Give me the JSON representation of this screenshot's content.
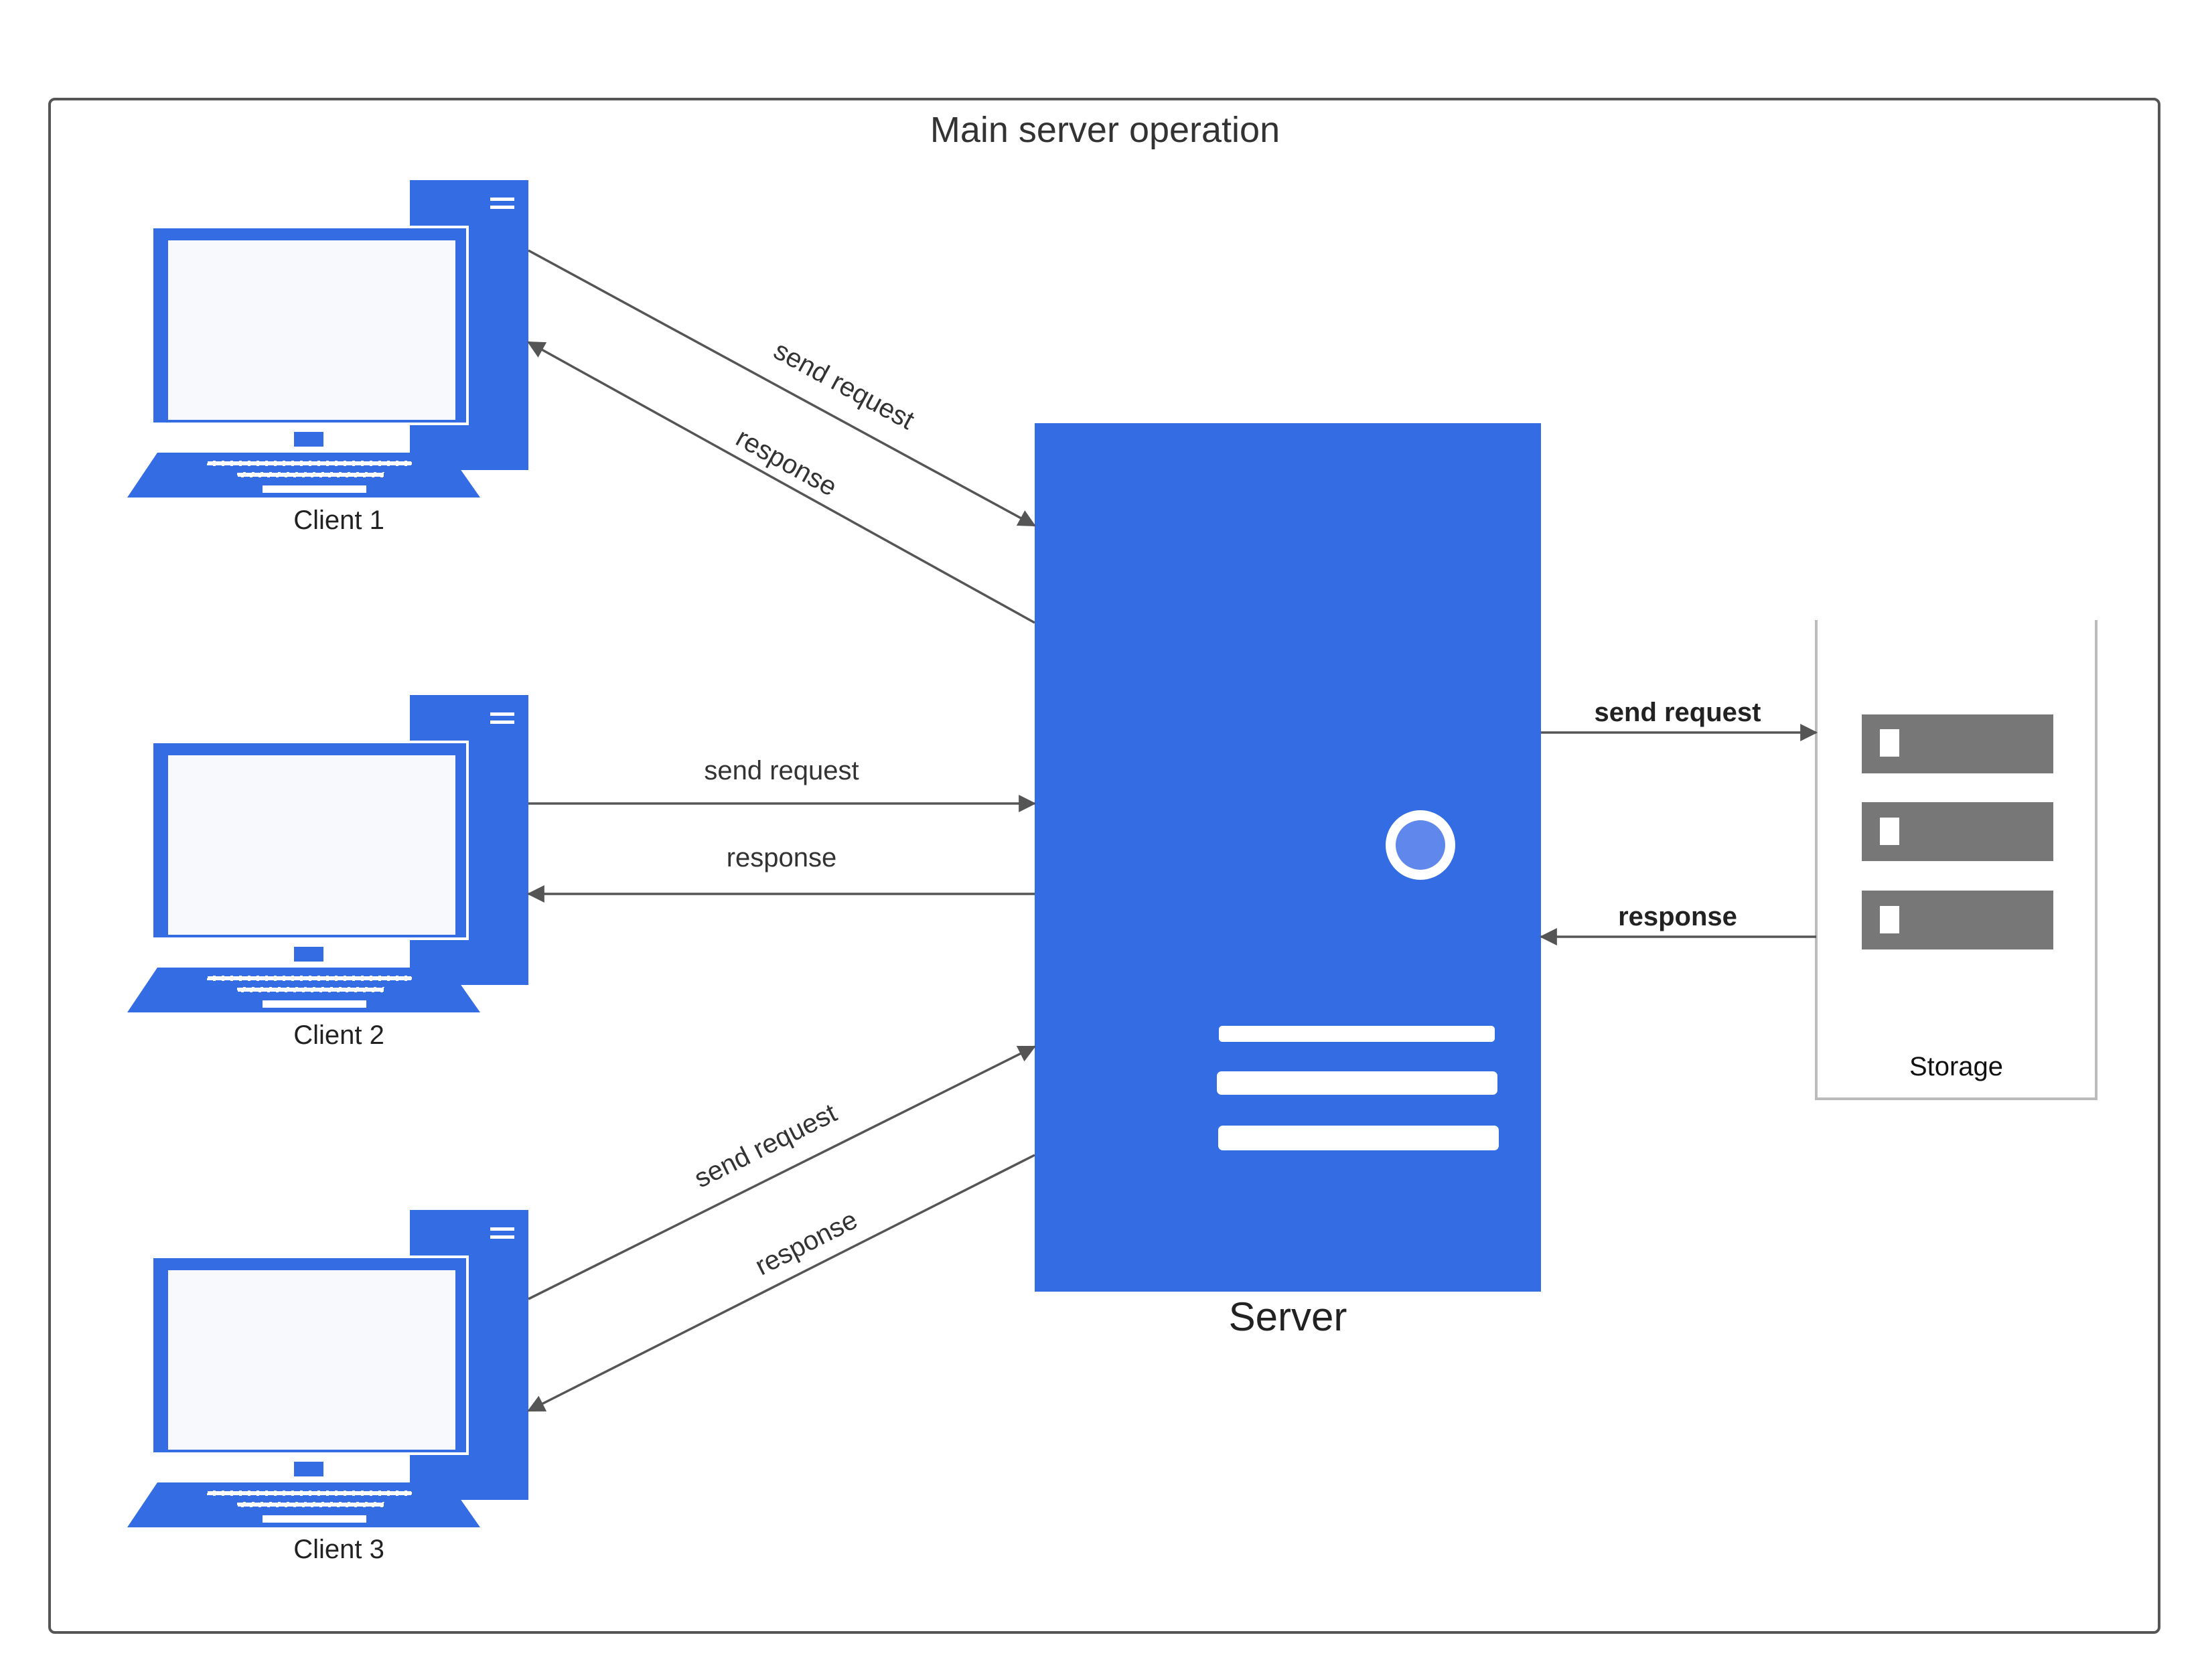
{
  "frame": {
    "title": "Main server operation"
  },
  "clients": [
    {
      "label": "Client 1",
      "send_label": "send request",
      "response_label": "response"
    },
    {
      "label": "Client 2",
      "send_label": "send request",
      "response_label": "response"
    },
    {
      "label": "Client 3",
      "send_label": "send request",
      "response_label": "response"
    }
  ],
  "server": {
    "label": "Server"
  },
  "storage": {
    "label": "Storage",
    "send_label": "send request",
    "response_label": "response"
  },
  "colors": {
    "accent_blue": "#336CE3",
    "monitor_screen": "#F8F9FD",
    "storage_drive": "#777777",
    "connector": "#555555",
    "frame_border": "#555555"
  },
  "icons": [
    "desktop-computer-icon",
    "server-tower-icon",
    "storage-rack-icon"
  ]
}
